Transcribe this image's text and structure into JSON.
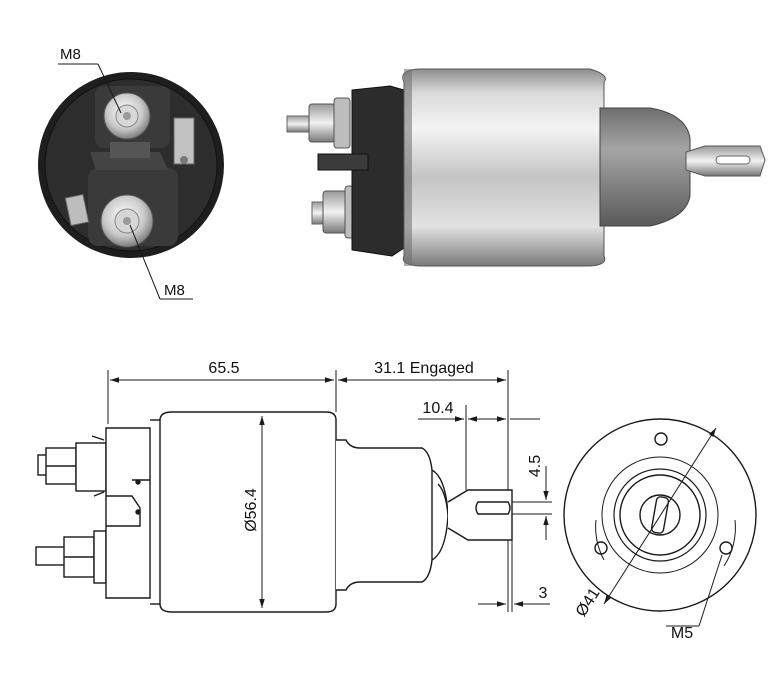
{
  "labels": {
    "m8_top": "M8",
    "m8_bottom": "M8",
    "length": "65.5",
    "engaged": "31.1 Engaged",
    "stroke_offset": "10.4",
    "slot_width": "4.5",
    "tab_thickness": "3",
    "body_diameter": "Ø56.4",
    "bolt_circle": "Ø41",
    "mount_thread": "M5"
  },
  "colors": {
    "line": "#1a1a1a",
    "body_dark": "#2a2a2a",
    "metal_light": "#e6e6e6",
    "metal_mid": "#b9b9b9",
    "metal_dark": "#7d7d7d",
    "boot": "#8a8a8a",
    "copper": "#c9a25a"
  }
}
